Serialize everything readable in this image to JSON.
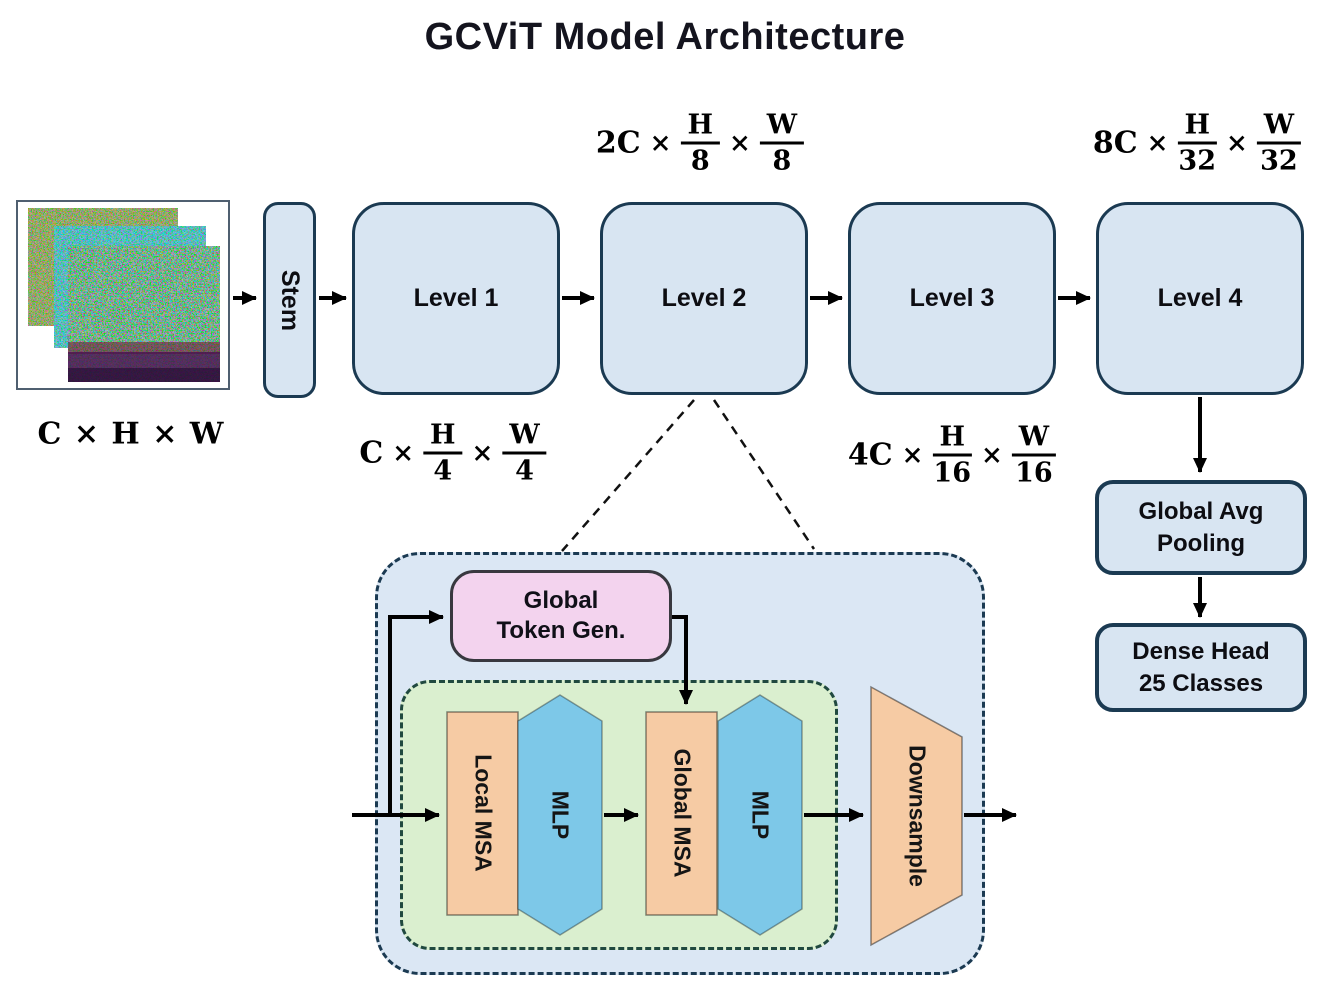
{
  "title": "GCViT Model Architecture",
  "symbols": {
    "times": "×"
  },
  "input": {
    "label": "C × H × W"
  },
  "pipeline": {
    "stem": "Stem",
    "levels": [
      {
        "label": "Level 1"
      },
      {
        "label": "Level 2"
      },
      {
        "label": "Level 3"
      },
      {
        "label": "Level 4"
      }
    ]
  },
  "dim_labels": [
    {
      "prefix": "2C",
      "f1n": "H",
      "f1d": "8",
      "f2n": "W",
      "f2d": "8"
    },
    {
      "prefix": "8C",
      "f1n": "H",
      "f1d": "32",
      "f2n": "W",
      "f2d": "32"
    },
    {
      "prefix": "C",
      "f1n": "H",
      "f1d": "4",
      "f2n": "W",
      "f2d": "4"
    },
    {
      "prefix": "4C",
      "f1n": "H",
      "f1d": "16",
      "f2n": "W",
      "f2d": "16"
    }
  ],
  "head": {
    "global_avg_pooling": {
      "line1": "Global Avg",
      "line2": "Pooling"
    },
    "dense_head": {
      "line1": "Dense Head",
      "line2": "25 Classes"
    }
  },
  "level_detail": {
    "global_token_gen": {
      "line1": "Global",
      "line2": "Token Gen."
    },
    "local_msa": "Local MSA",
    "mlp_1": "MLP",
    "global_msa": "Global MSA",
    "mlp_2": "MLP",
    "downsample": "Downsample"
  },
  "colors": {
    "box_fill": "#d8e5f2",
    "box_border": "#1b3a52",
    "pink_fill": "#f3d3ee",
    "pink_border": "#38383f",
    "green_fill": "#daefcf",
    "green_border": "#20493f",
    "orange_fill": "#f6cba4",
    "blue_fill": "#7dc8e8",
    "detail_fill": "#dbe7f4",
    "arrow": "#000000",
    "title_color": "#14141e"
  }
}
